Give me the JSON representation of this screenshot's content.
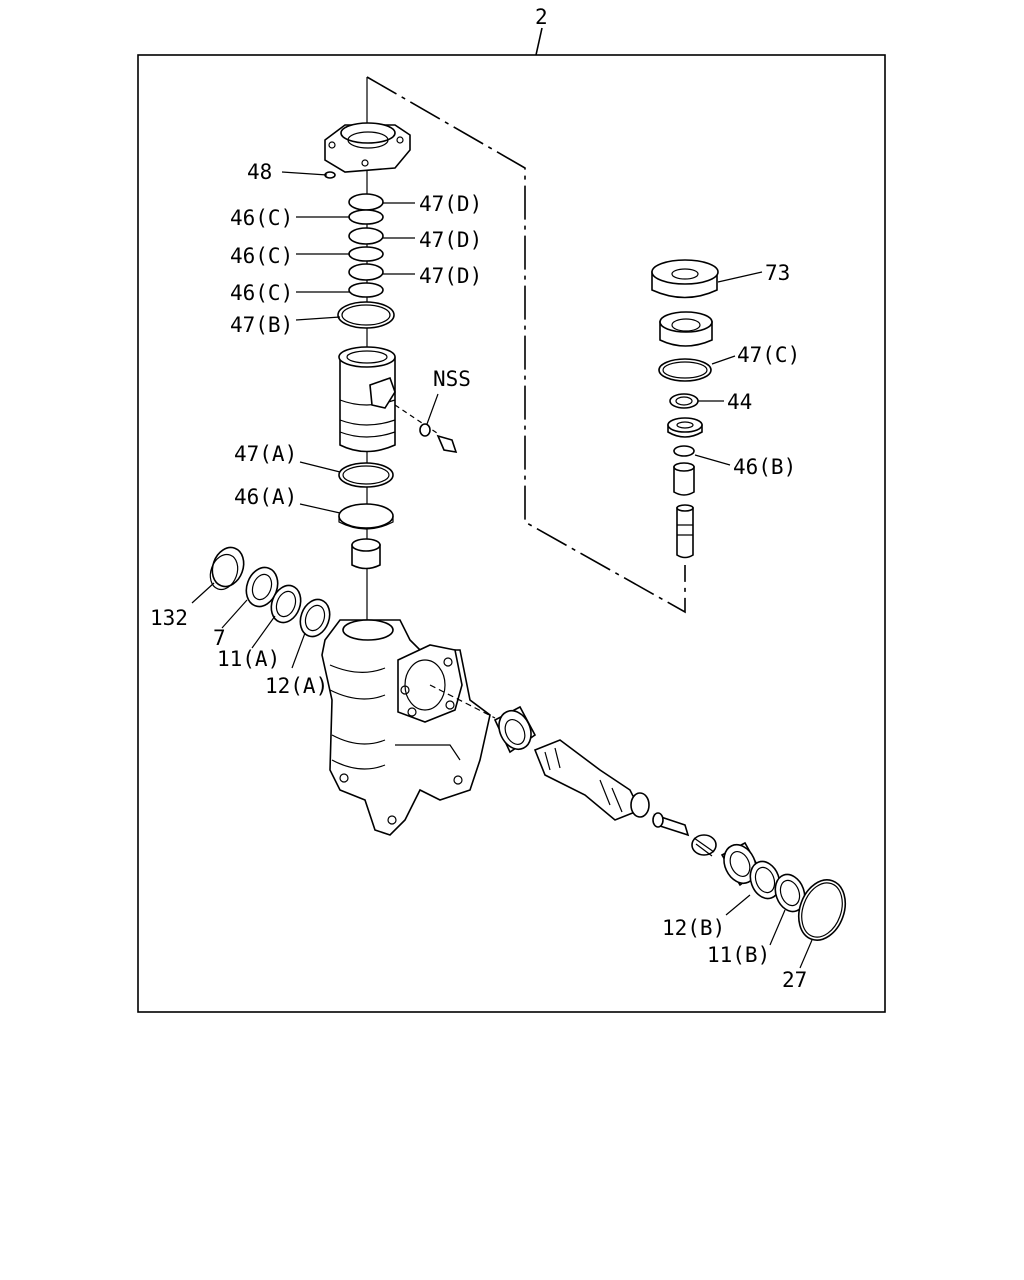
{
  "assembly_number": "2",
  "labels": {
    "p48": "48",
    "p46c_1": "46(C)",
    "p46c_2": "46(C)",
    "p46c_3": "46(C)",
    "p47b": "47(B)",
    "p47d_1": "47(D)",
    "p47d_2": "47(D)",
    "p47d_3": "47(D)",
    "nss": "NSS",
    "p47a": "47(A)",
    "p46a": "46(A)",
    "p132": "132",
    "p7": "7",
    "p11a": "11(A)",
    "p12a": "12(A)",
    "p73": "73",
    "p47c": "47(C)",
    "p44": "44",
    "p46b": "46(B)",
    "p12b": "12(B)",
    "p11b": "11(B)",
    "p27": "27"
  }
}
